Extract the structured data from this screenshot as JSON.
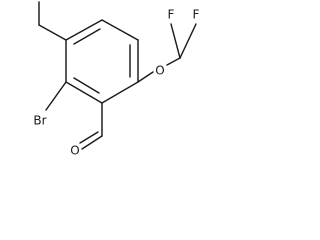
{
  "molecule": {
    "atoms": {
      "br": "Br",
      "o_ether": "O",
      "o_aldehyde": "O",
      "f_left": "F",
      "f_right": "F"
    }
  }
}
